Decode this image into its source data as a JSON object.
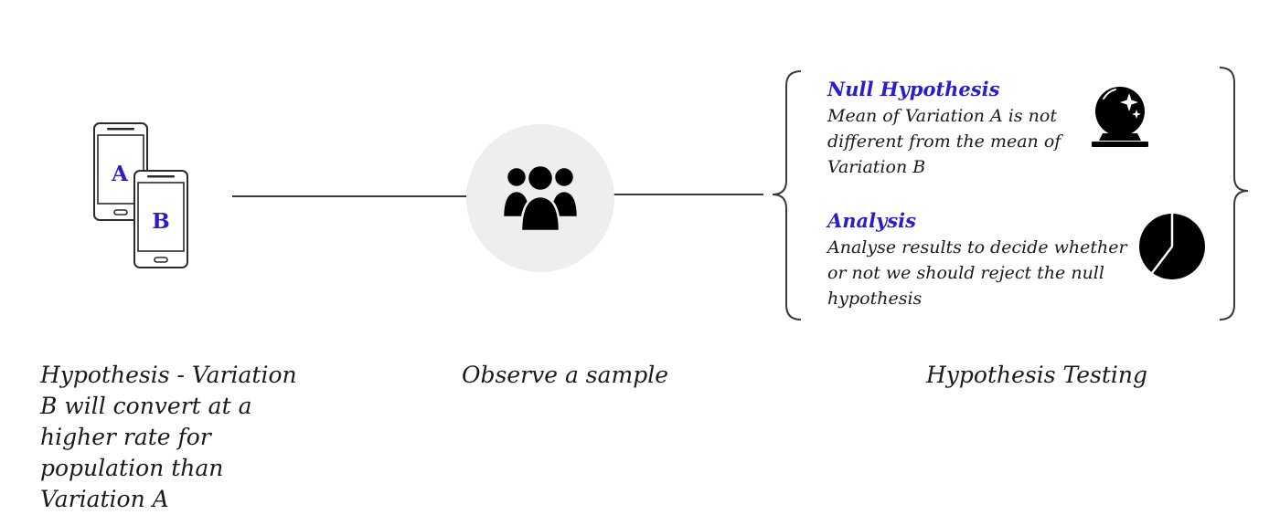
{
  "colors": {
    "accent": "#2a1fc7",
    "line": "#3a3a3a",
    "circle_bg": "#eeeeee",
    "icon": "#000000"
  },
  "phones": {
    "phone_a_letter": "A",
    "phone_b_letter": "B"
  },
  "steps": {
    "hypothesis": "Hypothesis - Variation B will convert at a higher rate for population than Variation A",
    "sample": "Observe a sample",
    "testing": "Hypothesis Testing"
  },
  "testing_panel": {
    "null_hypothesis": {
      "title": "Null Hypothesis",
      "text": "Mean of Variation A is not different from the mean of Variation B",
      "icon": "crystal-ball-icon"
    },
    "analysis": {
      "title": "Analysis",
      "text": "Analyse results to decide whether or not we should reject the null hypothesis",
      "icon": "pie-chart-icon"
    }
  },
  "sample_icon": "group-people-icon"
}
